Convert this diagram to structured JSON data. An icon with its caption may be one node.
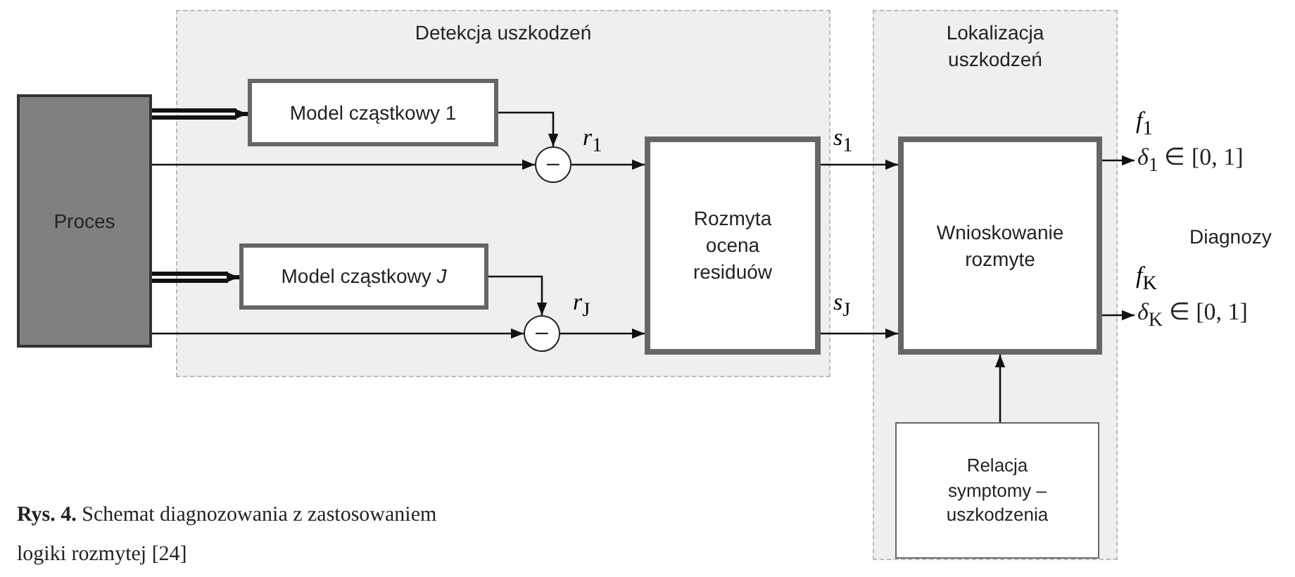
{
  "diagram": {
    "caption": "**Rys. 4.** Schemat diagnozowania z zastosowaniem logiki rozmytej [24]",
    "nodes": [
      {
        "text": [
          "Proces"
        ]
      },
      {
        "text": [
          "Detekcja uszkodzeń"
        ]
      },
      {
        "text": [
          "Model cząstkowy 1"
        ],
        "in": 1
      },
      {
        "text": [
          "–"
        ],
        "in": 1
      },
      {
        "text": [
          "Model cząstkowy *J*"
        ],
        "in": 1
      },
      {
        "text": [
          "–"
        ],
        "in": 1
      },
      {
        "text": [
          "Rozmyta ocena residuów"
        ],
        "in": 1
      },
      {
        "text": [
          "Lokalizacja uszkodzeń"
        ]
      },
      {
        "text": [
          "Wnioskowanie rozmyte"
        ],
        "in": 7
      },
      {
        "text": [
          "Relacja symptomy – uszkodzenia"
        ],
        "in": 7
      },
      {
        "text": [
          "*δ*$_{1}$ ∈ [0, 1]"
        ]
      },
      {
        "text": [
          "*δ*$_{K}$ ∈ [0, 1]"
        ]
      }
    ],
    "edges": [
      {
        "from": 0,
        "to": 2,
        "arrow": "to",
        "style": "thick"
      },
      {
        "from": 0,
        "to": 3,
        "arrow": "to"
      },
      {
        "from": 2,
        "to": 3,
        "arrow": "to"
      },
      {
        "from": 3,
        "to": 6,
        "arrow": "to",
        "label": "*r*$_{1}$"
      },
      {
        "from": 0,
        "to": 4,
        "arrow": "to",
        "style": "thick"
      },
      {
        "from": 0,
        "to": 5,
        "arrow": "to"
      },
      {
        "from": 4,
        "to": 5,
        "arrow": "to"
      },
      {
        "from": 5,
        "to": 6,
        "arrow": "to",
        "label": "*r*$_{J}$"
      },
      {
        "from": 6,
        "to": 8,
        "arrow": "to",
        "label": "*s*$_{1}$"
      },
      {
        "from": 6,
        "to": 8,
        "arrow": "to",
        "label": "*s*$_{J}$"
      },
      {
        "from": 8,
        "to": 10,
        "arrow": "to",
        "label": "*f*$_{1}$"
      },
      {
        "from": 8,
        "to": 11,
        "arrow": "to",
        "label": "*f*$_{K}$"
      },
      {
        "from": 9,
        "to": 8,
        "arrow": "to"
      }
    ],
    "labels": [
      "Diagnozy"
    ]
  }
}
